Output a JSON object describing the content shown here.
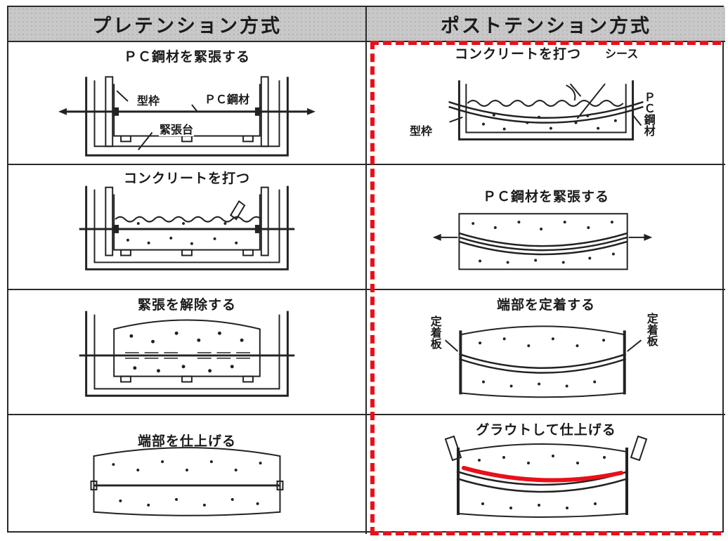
{
  "headers": {
    "left": "プレテンション方式",
    "right": "ポストテンション方式"
  },
  "pre": {
    "step1": {
      "caption": "ＰＣ鋼材を緊張する",
      "formwork": "型枠",
      "steel": "ＰＣ鋼材",
      "bed": "緊張台"
    },
    "step2": {
      "caption": "コンクリートを打つ"
    },
    "step3": {
      "caption": "緊張を解除する"
    },
    "step4": {
      "caption": "端部を仕上げる"
    }
  },
  "post": {
    "step1": {
      "caption": "コンクリートを打つ",
      "sheath": "シース",
      "formwork": "型枠",
      "steel": "ＰＣ鋼材"
    },
    "step2": {
      "caption": "ＰＣ鋼材を緊張する"
    },
    "step3": {
      "caption": "端部を定着する",
      "plate_left": "定着板",
      "plate_right": "定着板"
    },
    "step4": {
      "caption": "グラウトして仕上げる"
    }
  },
  "highlight": {
    "box_color": "#e8101a",
    "grout_line_color": "#e8101a"
  }
}
